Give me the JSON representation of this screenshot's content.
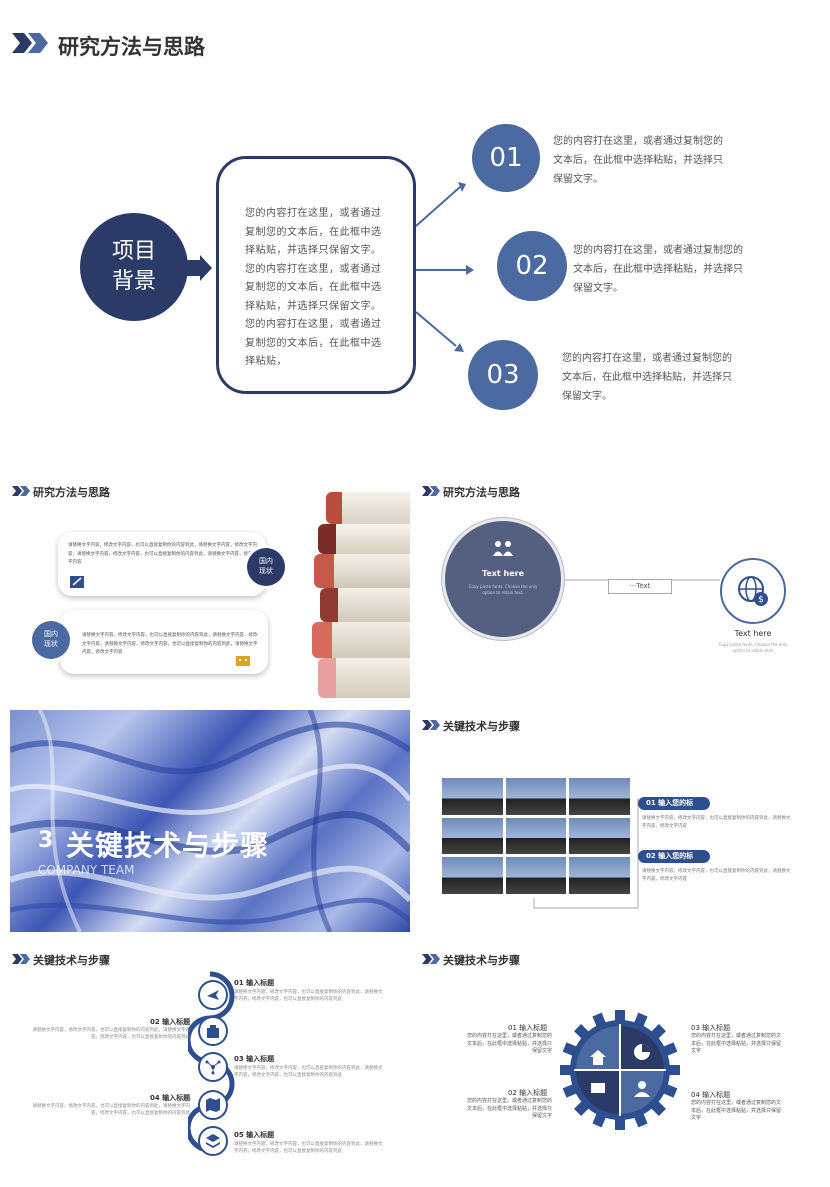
{
  "main": {
    "title": "研究方法与思路",
    "center_label_line1": "项目",
    "center_label_line2": "背景",
    "box_text": "您的内容打在这里，或者通过复制您的文本后，在此框中选择粘贴，并选择只保留文字。您的内容打在这里，或者通过复制您的文本后，在此框中选择粘贴，并选择只保留文字。您的内容打在这里，或者通过复制您的文本后，在此框中选择粘贴，",
    "items": [
      {
        "num": "01",
        "text": "您的内容打在这里，或者通过复制您的文本后，在此框中选择粘贴，并选择只保留文字。"
      },
      {
        "num": "02",
        "text": "您的内容打在这里，或者通过复制您的文本后，在此框中选择粘贴，并选择只保留文字。"
      },
      {
        "num": "03",
        "text": "您的内容打在这里，或者通过复制您的文本后，在此框中选择粘贴，并选择只保留文字。"
      }
    ]
  },
  "slide1": {
    "title": "研究方法与思路",
    "card1_text": "请替换文字内容，修改文字内容，也可以直接复制你的内容到此，请替换文字内容，修改文字内容，请替换文字内容，修改文字内容，也可以直接复制你的内容到此，请替换文字内容，修改文字内容",
    "card1_badge": "国内\n现状",
    "card2_text": "请替换文字内容，修改文字内容，也可以直接复制你的内容到此，请替换文字内容，修改文字内容，请替换文字内容，修改文字内容，也可以直接复制你的内容到此，请替换文字内容，修改文字内容",
    "card2_badge": "国内\n现状"
  },
  "slide2": {
    "title": "研究方法与思路",
    "big_circle_title": "Text here",
    "big_circle_sub": "Copy paste fonts. Choose the only option to retain text.",
    "connector_label": "···Text",
    "small_circle_title": "Text here",
    "small_circle_sub": "Copy paste fonts. Choose the only option to retain text."
  },
  "slide3": {
    "number": "3",
    "title": "关键技术与步骤",
    "subtitle": "COMPANY TEAM"
  },
  "slide4": {
    "title": "关键技术与步骤",
    "pill1": "01 输入您的标",
    "pill1_text": "请替换文字内容，修改文字内容，也可以直接复制你的内容到此，请替换文字内容，修改文字内容",
    "pill2": "02 输入您的标",
    "pill2_text": "请替换文字内容，修改文字内容，也可以直接复制你的内容到此，请替换文字内容，修改文字内容"
  },
  "slide5": {
    "title": "关键技术与步骤",
    "steps": [
      {
        "label": "01  输入标题",
        "text": "请替换文字内容，修改文字内容，也可以直接复制你的内容到此，请替换文字内容，修改文字内容，也可以直接复制你的内容到此"
      },
      {
        "label": "02  输入标题",
        "text": "请替换文字内容，修改文字内容，也可以直接复制你的内容到此，请替换文字内容，修改文字内容，也可以直接复制你的内容到此"
      },
      {
        "label": "03  输入标题",
        "text": "请替换文字内容，修改文字内容，也可以直接复制你的内容到此，请替换文字内容，修改文字内容，也可以直接复制你的内容到此"
      },
      {
        "label": "04  输入标题",
        "text": "请替换文字内容，修改文字内容，也可以直接复制你的内容到此，请替换文字内容，修改文字内容，也可以直接复制你的内容到此"
      },
      {
        "label": "05  输入标题",
        "text": "请替换文字内容，修改文字内容，也可以直接复制你的内容到此，请替换文字内容，修改文字内容，也可以直接复制你的内容到此"
      }
    ]
  },
  "slide6": {
    "title": "关键技术与步骤",
    "items": [
      {
        "label": "01  输入标题",
        "text": "您的内容打在这里，或者通过复制您的文本后，在此框中选择粘贴，并选择只保留文字"
      },
      {
        "label": "02  输入标题",
        "text": "您的内容打在这里，或者通过复制您的文本后，在此框中选择粘贴，并选择只保留文字"
      },
      {
        "label": "03  输入标题",
        "text": "您的内容打在这里，或者通过复制您的文本后，在此框中选择粘贴，并选择只保留文字"
      },
      {
        "label": "04  输入标题",
        "text": "您的内容打在这里，或者通过复制您的文本后，在此框中选择粘贴，并选择只保留文字"
      }
    ]
  },
  "colors": {
    "navy": "#2b3a66",
    "accent": "#4a6aa1",
    "dark_blue": "#2e4f8f"
  }
}
